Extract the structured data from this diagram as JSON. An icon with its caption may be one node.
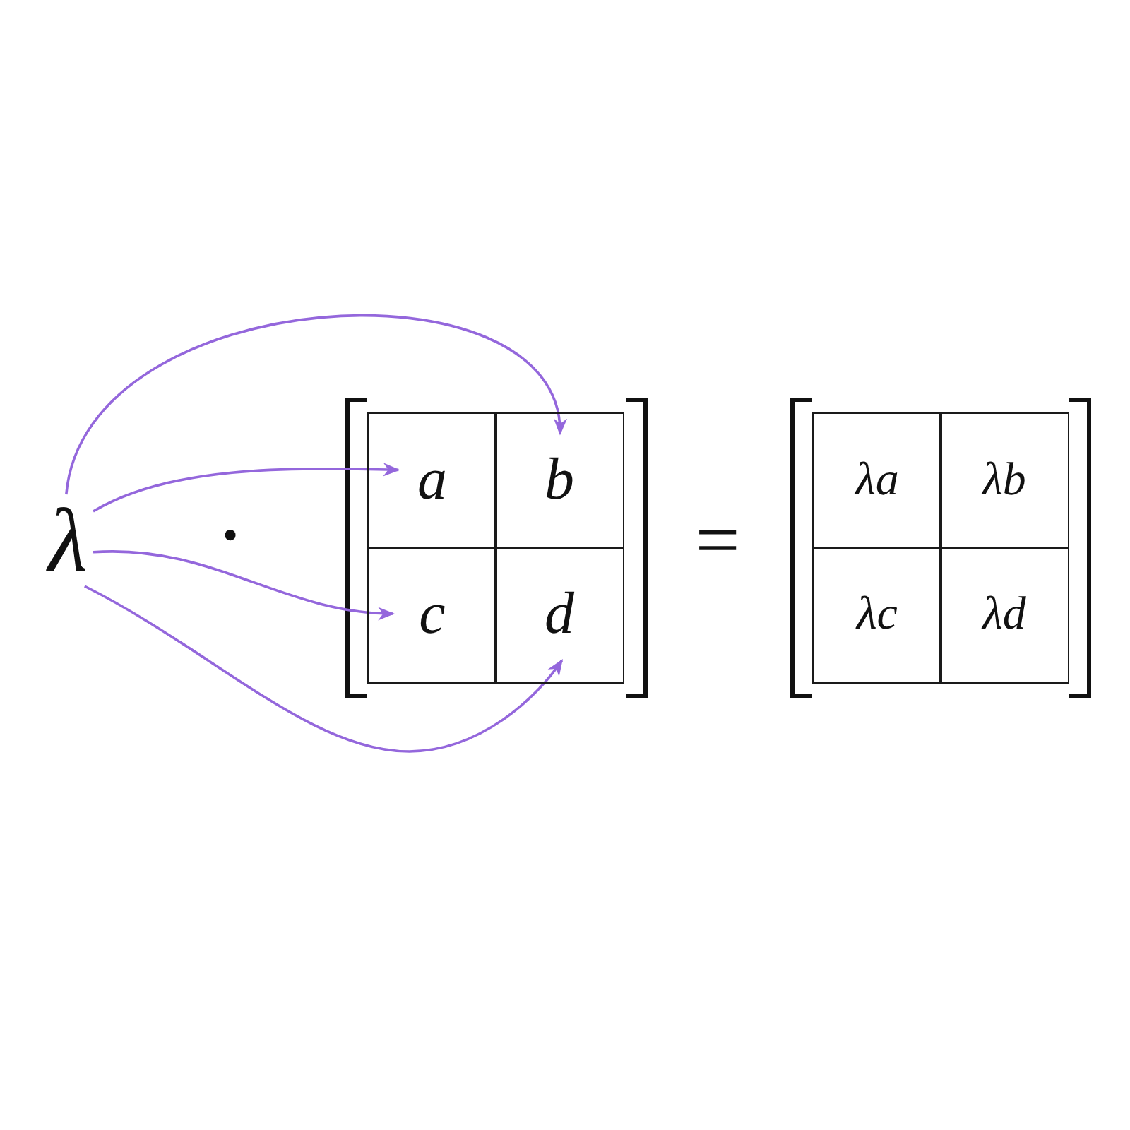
{
  "diagram": {
    "nodes": [
      {
        "text": [
          "λ"
        ]
      },
      {
        "text": [
          "a"
        ]
      },
      {
        "text": [
          "b"
        ]
      },
      {
        "text": [
          "c"
        ]
      },
      {
        "text": [
          "d"
        ]
      },
      {
        "text": [
          "λa"
        ]
      },
      {
        "text": [
          "λb"
        ]
      },
      {
        "text": [
          "λc"
        ]
      },
      {
        "text": [
          "λd"
        ]
      }
    ],
    "edges": [
      {
        "from": 0,
        "to": 1,
        "arrow": "to"
      },
      {
        "from": 0,
        "to": 2,
        "arrow": "to"
      },
      {
        "from": 0,
        "to": 3,
        "arrow": "to"
      },
      {
        "from": 0,
        "to": 4,
        "arrow": "to"
      }
    ],
    "labels": [
      "·",
      "="
    ]
  }
}
